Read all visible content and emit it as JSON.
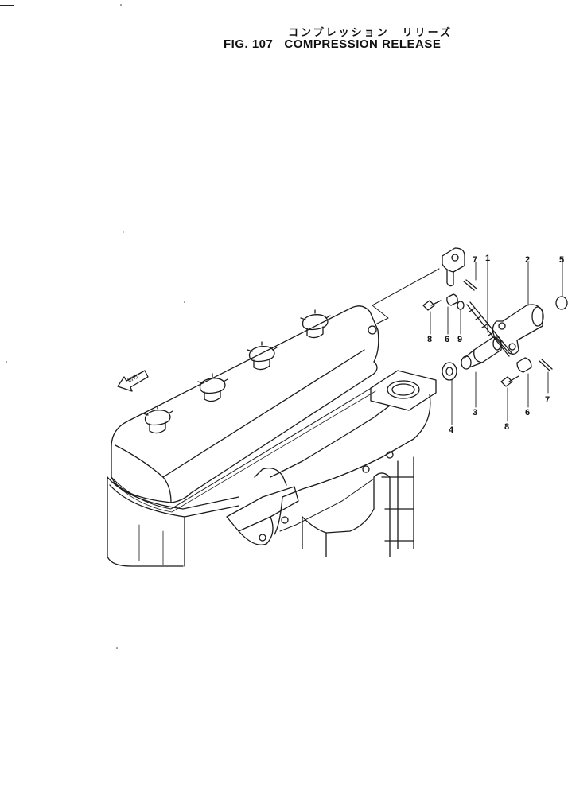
{
  "title_jp": "コンプレッション　リリーズ",
  "fig_number": "FIG. 107",
  "fig_title": "COMPRESSION  RELEASE",
  "arrow_label": "前方",
  "callouts": [
    "1",
    "2",
    "3",
    "4",
    "5",
    "6",
    "6",
    "7",
    "7",
    "8",
    "8",
    "9"
  ],
  "line_color": "#1a1a1a"
}
